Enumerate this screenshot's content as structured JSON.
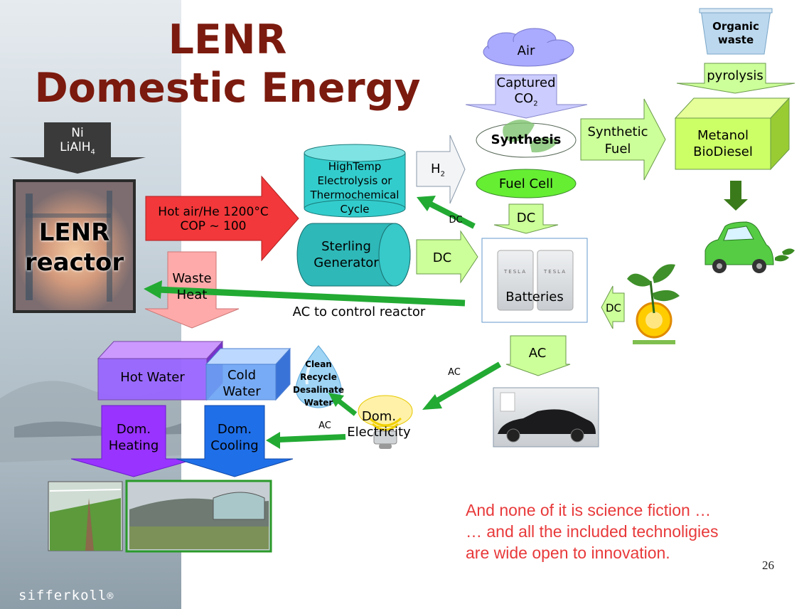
{
  "title": {
    "line1": "LENR",
    "line2": "Domestic Energy"
  },
  "inputs": {
    "line1": "Ni",
    "line2": "LiAlH",
    "sub": "4"
  },
  "reactor": {
    "line1": "LENR",
    "line2": "reactor"
  },
  "hot_air": {
    "line1": "Hot air/He 1200°C",
    "line2": "COP ~ 100"
  },
  "electrolysis": {
    "line1": "HighTemp",
    "line2": "Electrolysis or",
    "line3": "Thermochemical",
    "line4": "Cycle"
  },
  "sterling": {
    "line1": "Sterling",
    "line2": "Generator"
  },
  "h2": {
    "text": "H",
    "sub": "2"
  },
  "air": "Air",
  "co2": {
    "line1": "Captured",
    "line2": "CO",
    "sub": "2"
  },
  "synthesis": "Synthesis",
  "fuel_cell": "Fuel Cell",
  "synthetic_fuel": {
    "line1": "Synthetic",
    "line2": "Fuel"
  },
  "organic_waste": {
    "line1": "Organic",
    "line2": "waste"
  },
  "pyrolysis": "pyrolysis",
  "metanol": {
    "line1": "Metanol",
    "line2": "BioDiesel"
  },
  "dc_small": "DC",
  "dc_fuelcell": "DC",
  "dc_sterling": "DC",
  "dc_solar": "DC",
  "batteries": "Batteries",
  "battery_brand": "TESLA",
  "waste_heat": {
    "line1": "Waste",
    "line2": "Heat"
  },
  "ac_control": "AC to control reactor",
  "ac_big": "AC",
  "ac_small1": "AC",
  "ac_small2": "AC",
  "hot_water": "Hot Water",
  "cold_water": {
    "line1": "Cold",
    "line2": "Water"
  },
  "clean_water": {
    "line1": "Clean",
    "line2": "Recycle",
    "line3": "Desalinate",
    "line4": "Water"
  },
  "dom_electricity": {
    "line1": "Dom.",
    "line2": "Electricity"
  },
  "dom_heating": {
    "line1": "Dom.",
    "line2": "Heating"
  },
  "dom_cooling": {
    "line1": "Dom.",
    "line2": "Cooling"
  },
  "footer": {
    "line1": "And none of it is science fiction …",
    "line2": "… and all the included technoligies",
    "line3": "are wide open to innovation."
  },
  "page_number": "26",
  "brand": "sifferkoll",
  "brand_mark": "®",
  "colors": {
    "title": "#7b1a0e",
    "hot_air": "#f2383a",
    "cyan": "#33cccc",
    "green_arrow": "#22aa33",
    "lime": "#ccff66",
    "purple": "#9933ff",
    "blue": "#1f6fe8",
    "footer": "#e8393a"
  }
}
